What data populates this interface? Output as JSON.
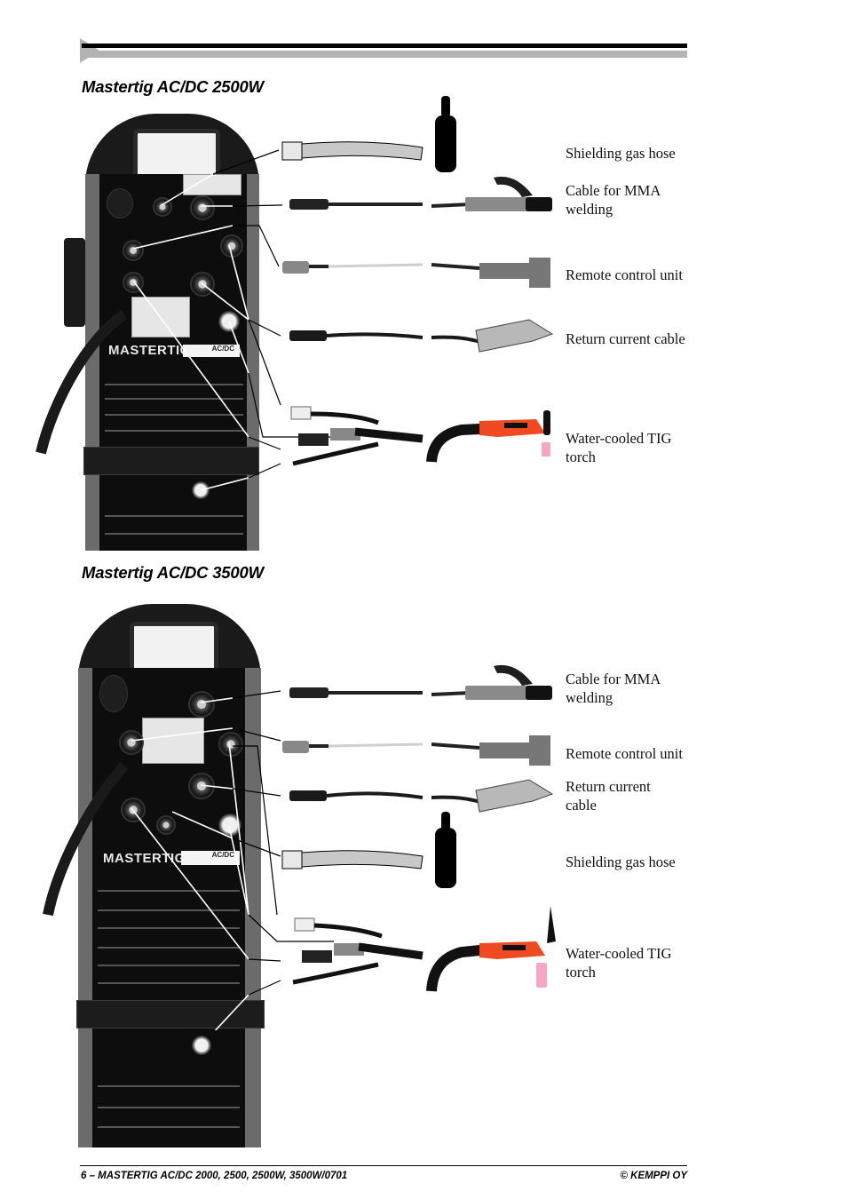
{
  "header": {
    "decor": "page-header-rule"
  },
  "sections": [
    {
      "title": "Mastertig AC/DC 2500W",
      "machine": {
        "brand": "MASTERTIG",
        "model_badge": "AC/DC"
      },
      "labels": [
        {
          "text": "Shielding gas hose"
        },
        {
          "text": "Cable for MMA welding"
        },
        {
          "text": "Remote control unit"
        },
        {
          "text": "Return current cable"
        },
        {
          "text": "Water-cooled TIG torch"
        }
      ]
    },
    {
      "title": "Mastertig AC/DC 3500W",
      "machine": {
        "brand": "MASTERTIG",
        "model_badge": "AC/DC"
      },
      "labels": [
        {
          "text": "Cable for MMA welding"
        },
        {
          "text": "Remote control unit"
        },
        {
          "text": "Return current cable"
        },
        {
          "text": "Shielding gas hose"
        },
        {
          "text": "Water-cooled TIG torch"
        }
      ]
    }
  ],
  "footer": {
    "left": "6 – MASTERTIG AC/DC 2000, 2500, 2500W, 3500W/0701",
    "right": "© KEMPPI OY"
  },
  "colors": {
    "torch_red": "#f04a23",
    "header_grey": "#b3b3b3",
    "cylinder": "#000000"
  }
}
